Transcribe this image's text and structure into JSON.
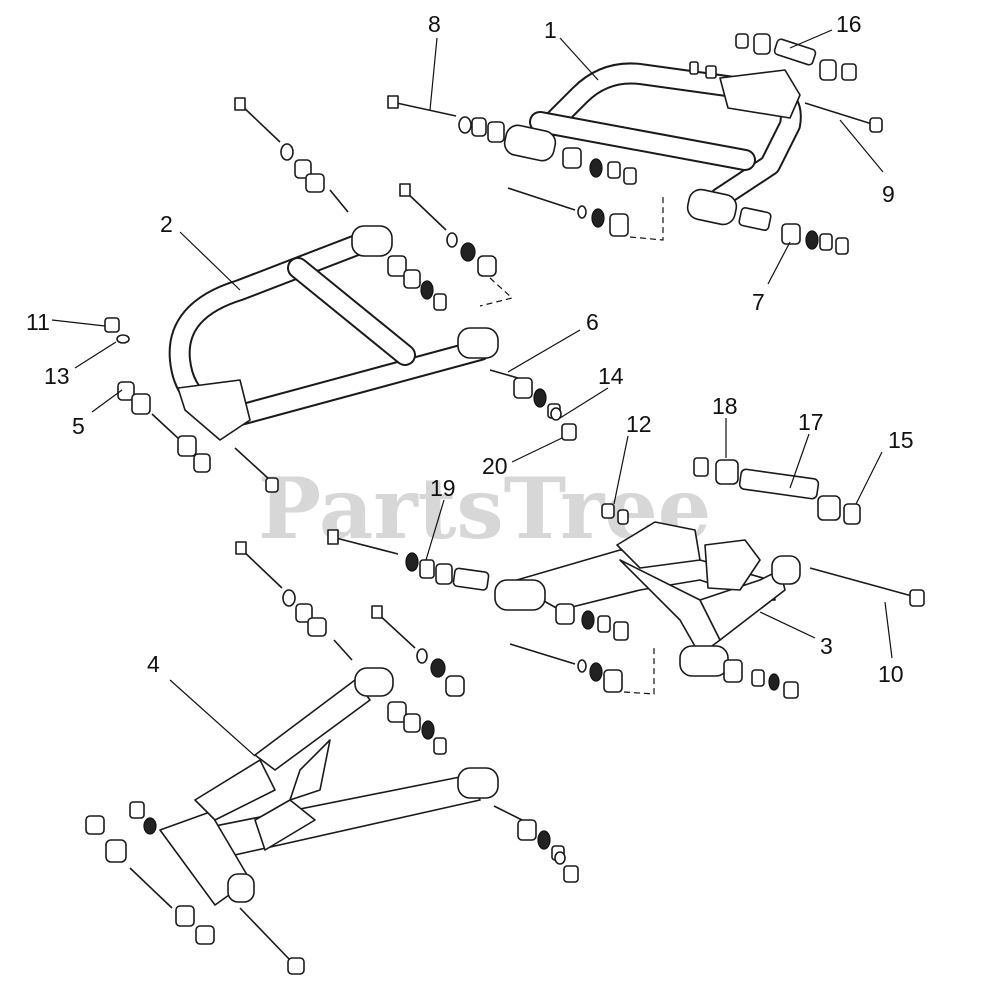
{
  "watermark": "PartsTree",
  "callouts": {
    "c1": "1",
    "c2": "2",
    "c3": "3",
    "c4": "4",
    "c5": "5",
    "c6": "6",
    "c7": "7",
    "c8": "8",
    "c9": "9",
    "c10": "10",
    "c11": "11",
    "c12": "12",
    "c13": "13",
    "c14": "14",
    "c15": "15",
    "c16": "16",
    "c17": "17",
    "c18": "18",
    "c19": "19",
    "c20": "20"
  },
  "colors": {
    "line": "#1a1a1a",
    "watermark": "#d7d7d7",
    "background": "#ffffff"
  }
}
